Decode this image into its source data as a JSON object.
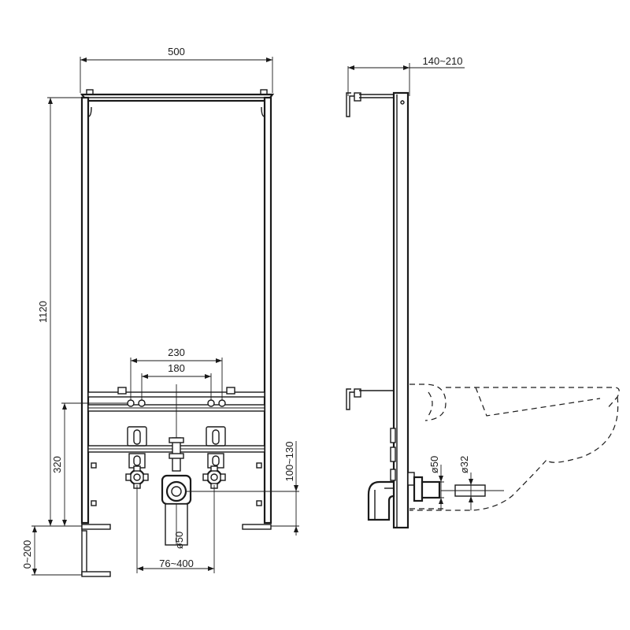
{
  "front_view": {
    "dim_width": "500",
    "dim_height": "1120",
    "dim_outer_spacing": "230",
    "dim_inner_spacing": "180",
    "dim_pipe_height": "320",
    "dim_foot_adjust": "0~200",
    "dim_drain_offset": "100~130",
    "dim_drain_diameter": "ø50",
    "dim_drain_lateral": "76~400"
  },
  "side_view": {
    "dim_depth": "140~210",
    "dim_pipe_large": "ø50",
    "dim_pipe_small": "ø32"
  }
}
